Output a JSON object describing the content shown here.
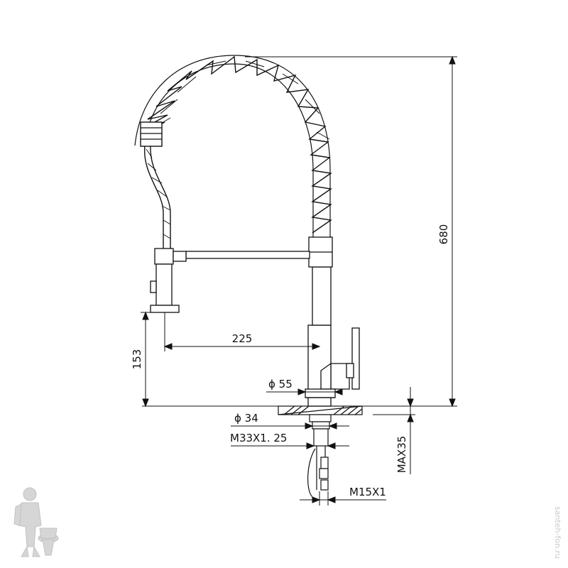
{
  "dimensions": {
    "height_total": "680",
    "spout_height": "153",
    "reach": "225",
    "base_diameter": "ϕ 55",
    "shank_diameter": "ϕ 34",
    "thread_shank": "M33X1. 25",
    "max_counter": "MAX35",
    "hose_thread": "M15X1"
  },
  "watermark": {
    "site": "santeh-fon.ru"
  },
  "colors": {
    "line": "#111111",
    "watermark": "#c8c8c8"
  },
  "icons": {
    "mascot": "plumber-with-toilet-icon"
  }
}
